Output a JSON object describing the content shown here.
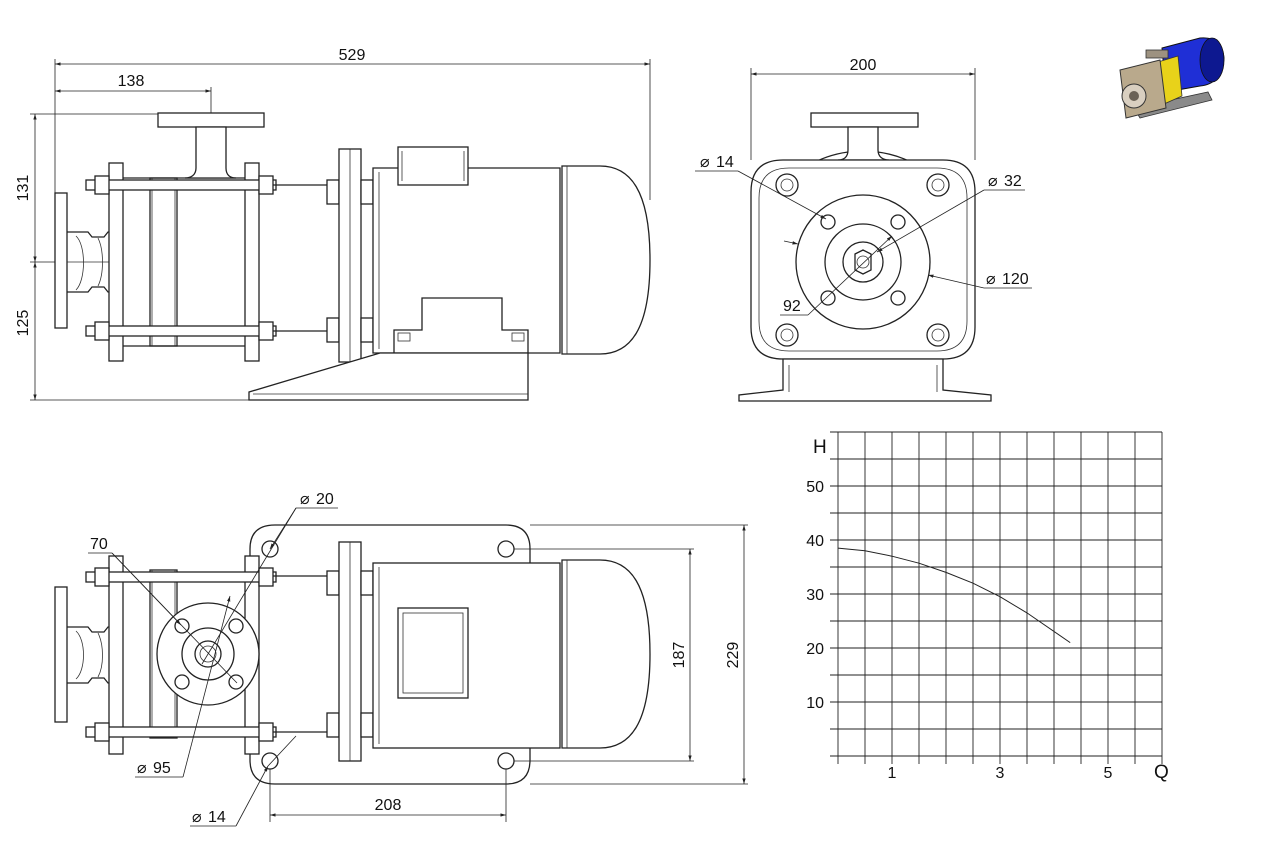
{
  "side_view": {
    "dim_total_length": "529",
    "dim_outlet_offset": "138",
    "dim_upper_height": "131",
    "dim_lower_height": "125"
  },
  "front_view": {
    "dim_width": "200",
    "dim_bolt_hole": "14",
    "dim_bore": "32",
    "dim_flange": "120",
    "dim_pcd": "92"
  },
  "top_view": {
    "dim_hole": "20",
    "dim_pcd": "70",
    "dim_flange": "95",
    "dim_base_hole": "14",
    "dim_base_spacing": "208",
    "dim_base_inner": "187",
    "dim_base_width": "229"
  },
  "thumbnail": {
    "motor_color": "#1f2fd6",
    "coupling_color": "#e8d21a",
    "casing_color": "#b9a98c"
  },
  "chart_data": {
    "type": "line",
    "xlabel": "Q",
    "ylabel": "H",
    "x_ticks": [
      "1",
      "3",
      "5"
    ],
    "y_ticks": [
      "10",
      "20",
      "30",
      "40",
      "50"
    ],
    "xlim": [
      0,
      6
    ],
    "ylim": [
      0,
      60
    ],
    "grid": true,
    "series": [
      {
        "x": [
          0,
          0.5,
          1,
          1.5,
          2,
          2.5,
          3,
          3.5,
          4.3
        ],
        "y": [
          38.5,
          38,
          37,
          35.7,
          34,
          32,
          29.5,
          26.5,
          21
        ]
      }
    ]
  }
}
